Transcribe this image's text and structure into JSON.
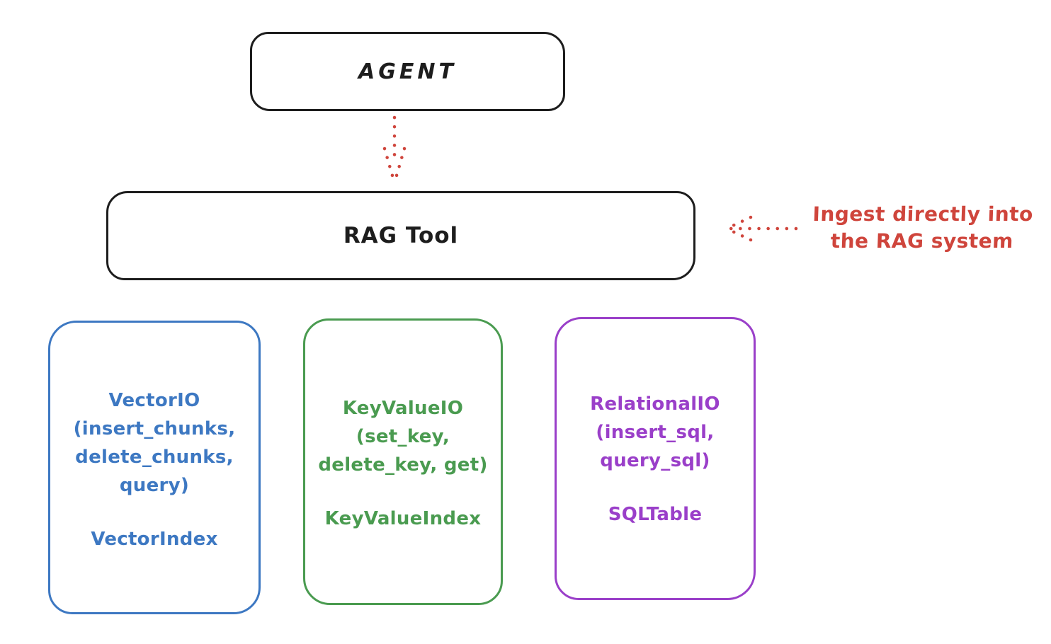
{
  "diagram": {
    "agent": {
      "label": "AGENT"
    },
    "rag_tool": {
      "label": "RAG Tool"
    },
    "annotation": {
      "line1": "Ingest directly into",
      "line2": "the RAG system"
    },
    "storage_boxes": [
      {
        "id": "vector-io",
        "lines": [
          "VectorIO",
          "(insert_chunks,",
          "delete_chunks,",
          "query)"
        ],
        "index": "VectorIndex",
        "color": "#3d78c2"
      },
      {
        "id": "keyvalue-io",
        "lines": [
          "KeyValueIO",
          "(set_key,",
          "delete_key, get)"
        ],
        "index": "KeyValueIndex",
        "color": "#4a9b50"
      },
      {
        "id": "relational-io",
        "lines": [
          "RelationalIO",
          "(insert_sql,",
          "query_sql)"
        ],
        "index": "SQLTable",
        "color": "#9a3fc9"
      }
    ],
    "colors": {
      "stroke_black": "#1d1d1d",
      "accent_red": "#cf453c",
      "vector_blue": "#3d78c2",
      "keyvalue_green": "#4a9b50",
      "relational_purple": "#9a3fc9",
      "background": "#ffffff"
    }
  }
}
